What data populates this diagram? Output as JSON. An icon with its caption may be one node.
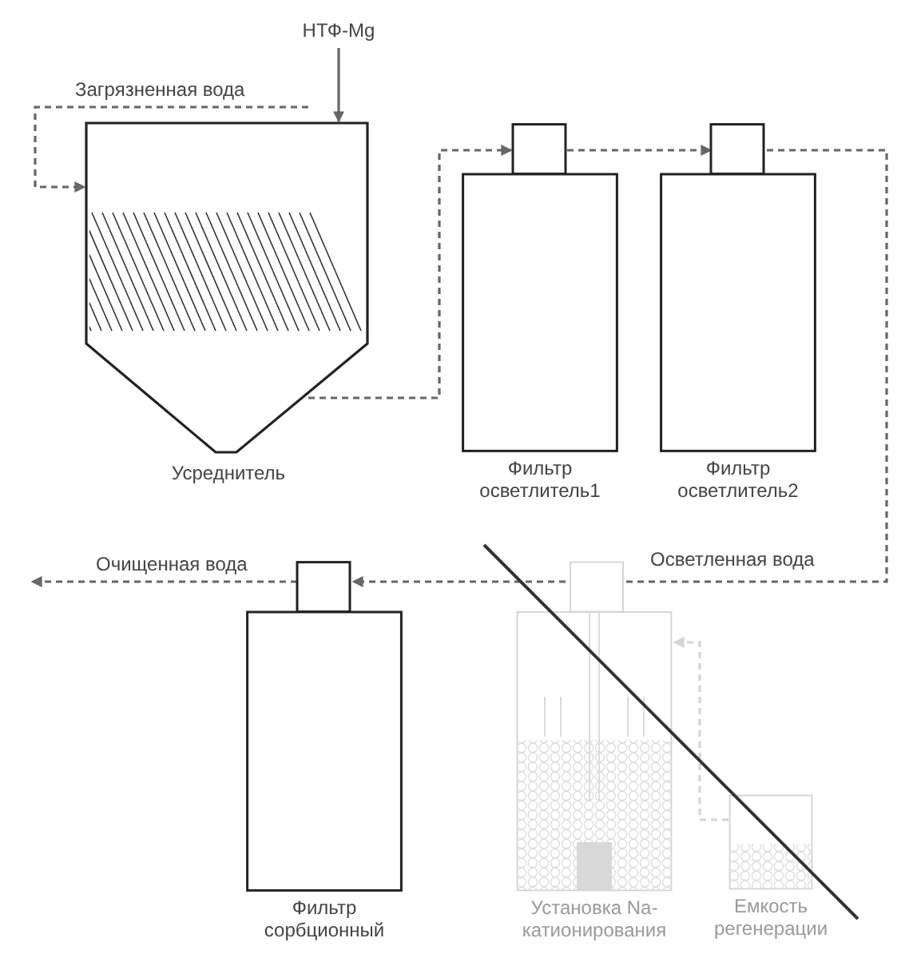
{
  "diagram": {
    "nodes": [
      {
        "text": [
          "Усреднитель"
        ]
      },
      {
        "text": [
          "Фильтр осветлитель1"
        ]
      },
      {
        "text": [
          "Фильтр осветлитель2"
        ]
      },
      {
        "text": [
          "Фильтр сорбционный"
        ]
      },
      {
        "text": [
          "Установка Na-катионирования"
        ]
      },
      {
        "text": [
          "Емкость регенерации"
        ]
      },
      {
        "text": [
          "НТФ-Mg"
        ]
      }
    ],
    "edges": [
      {
        "from": null,
        "to": 0,
        "arrow": "to",
        "label": "Загрязненная вода",
        "style": "dashed"
      },
      {
        "from": 6,
        "to": 0,
        "arrow": "to"
      },
      {
        "from": 0,
        "to": 1,
        "arrow": "to",
        "style": "dashed"
      },
      {
        "from": 1,
        "to": 2,
        "arrow": "to",
        "style": "dashed"
      },
      {
        "from": 2,
        "to": 3,
        "arrow": "to",
        "label": "Осветленная вода",
        "style": "dashed"
      },
      {
        "from": 3,
        "to": null,
        "arrow": "to",
        "label": "Очищенная вода",
        "style": "dashed"
      },
      {
        "from": 5,
        "to": 4,
        "arrow": "to",
        "style": "dashed",
        "color": "#d4d4d4"
      }
    ]
  }
}
